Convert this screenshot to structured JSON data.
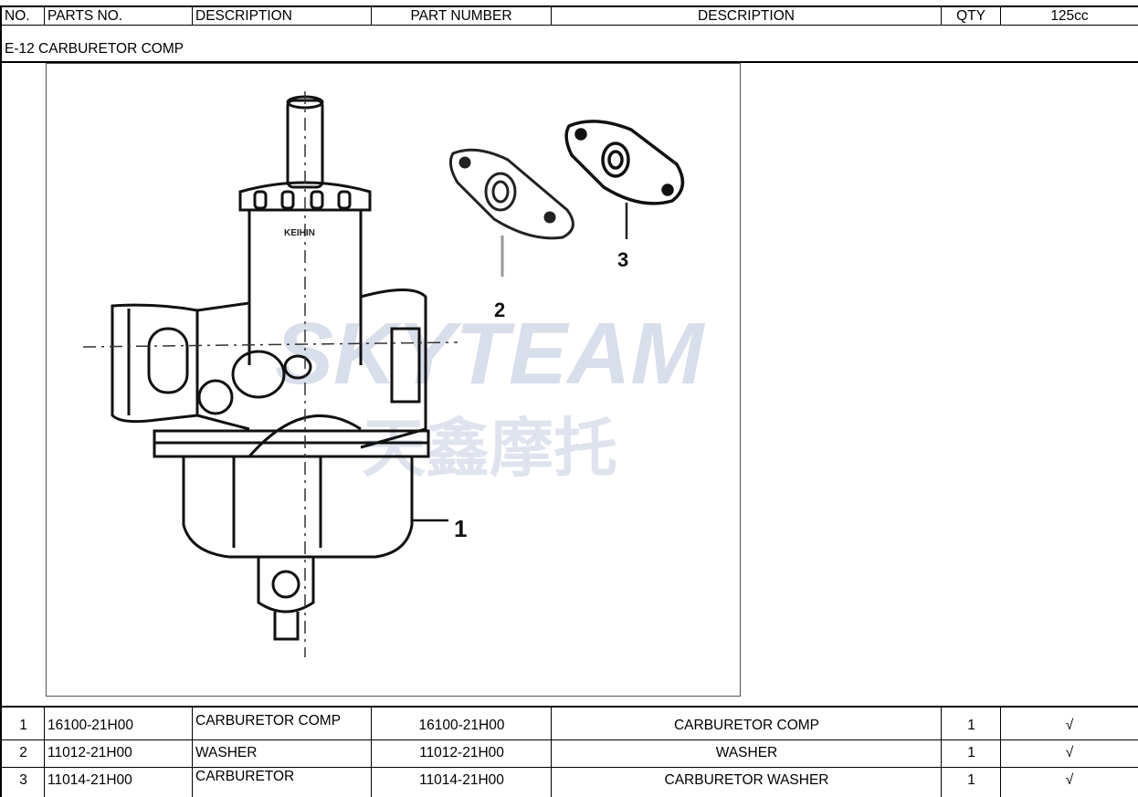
{
  "header": {
    "no": "NO.",
    "parts_no": "PARTS NO.",
    "description": "DESCRIPTION",
    "part_number": "PART NUMBER",
    "description2": "DESCRIPTION",
    "qty": "QTY",
    "model": "125cc"
  },
  "section_title": "E-12 CARBURETOR COMP",
  "figure": {
    "callouts": [
      "1",
      "2",
      "3"
    ],
    "body_marking": "KEIHIN",
    "watermark_latin": "SKYTEAM",
    "watermark_cjk": "天鑫摩托"
  },
  "rows": [
    {
      "no": "1",
      "parts_no": "16100-21H00",
      "desc": "CARBURETOR COMP",
      "part_number": "16100-21H00",
      "desc2": "CARBURETOR COMP",
      "qty": "1",
      "mark": "√"
    },
    {
      "no": "2",
      "parts_no": "11012-21H00",
      "desc": "WASHER",
      "part_number": "11012-21H00",
      "desc2": "WASHER",
      "qty": "1",
      "mark": "√"
    },
    {
      "no": "3",
      "parts_no": "11014-21H00",
      "desc": "CARBURETOR",
      "part_number": "11014-21H00",
      "desc2": "CARBURETOR WASHER",
      "qty": "1",
      "mark": "√"
    }
  ]
}
